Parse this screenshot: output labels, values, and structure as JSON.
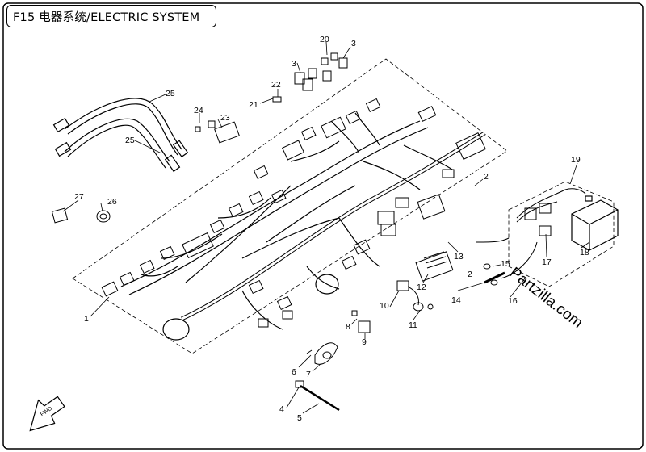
{
  "title": "F15 电器系统/ELECTRIC SYSTEM",
  "watermark": "Partzilla.com",
  "fwd_label": "FWD",
  "colors": {
    "line": "#000000",
    "background": "#ffffff"
  },
  "callouts": {
    "c1": "1",
    "c2a": "2",
    "c2b": "2",
    "c3a": "3",
    "c3b": "3",
    "c4": "4",
    "c5": "5",
    "c6": "6",
    "c7": "7",
    "c8": "8",
    "c9": "9",
    "c10": "10",
    "c11": "11",
    "c12": "12",
    "c13": "13",
    "c14": "14",
    "c15": "15",
    "c16": "16",
    "c17": "17",
    "c18": "18",
    "c19": "19",
    "c20": "20",
    "c21": "21",
    "c22": "22",
    "c23": "23",
    "c24": "24",
    "c25a": "25",
    "c25b": "25",
    "c26": "26",
    "c27": "27"
  }
}
